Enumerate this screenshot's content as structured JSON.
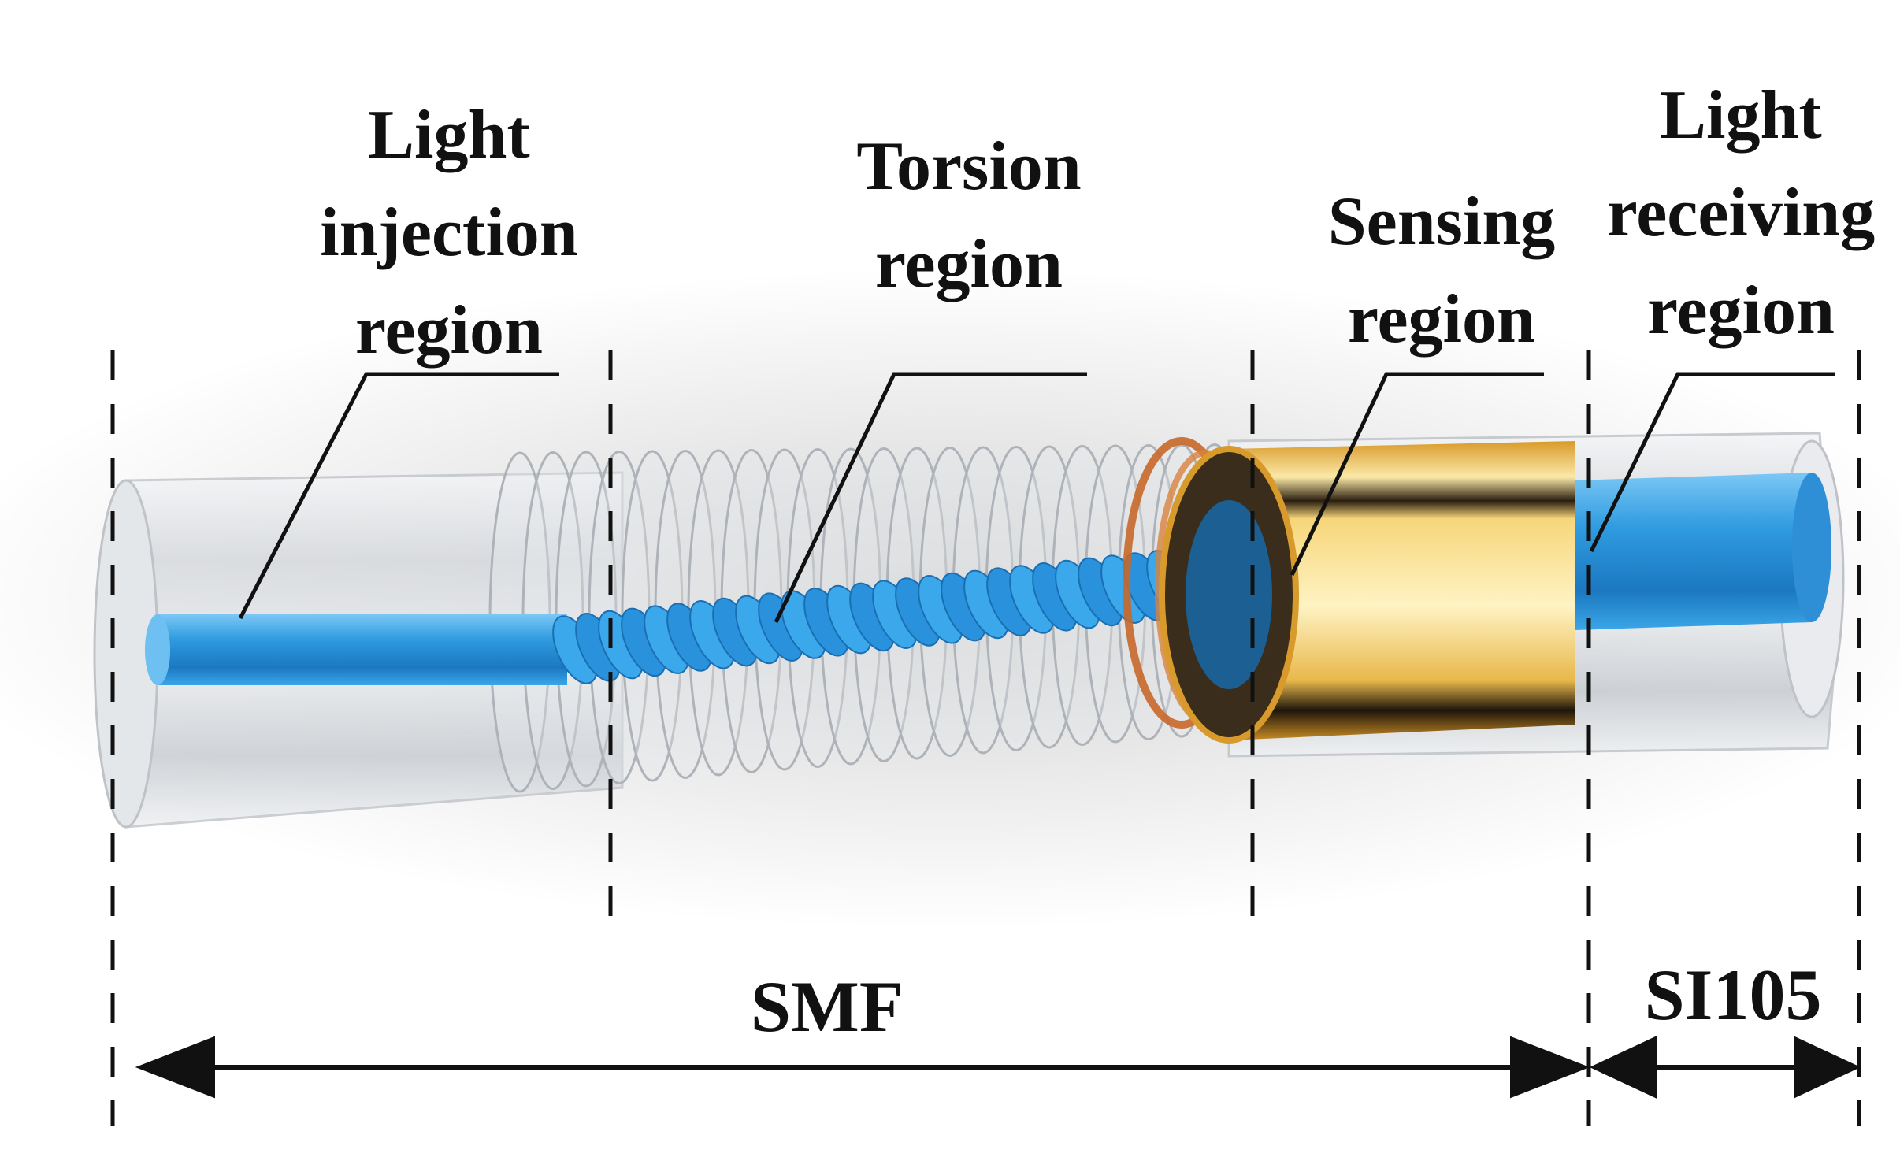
{
  "labels": {
    "injection": "Light\ninjection\nregion",
    "torsion": "Torsion\nregion",
    "sensing": "Sensing\nregion",
    "receiving": "Light\nreceiving\nregion",
    "smf": "SMF",
    "si105": "SI105"
  },
  "colors": {
    "fiber_blue": "#2f9be0",
    "gold": "#e8b84a",
    "copper": "#c8682a",
    "tube": "#d9dde2"
  }
}
